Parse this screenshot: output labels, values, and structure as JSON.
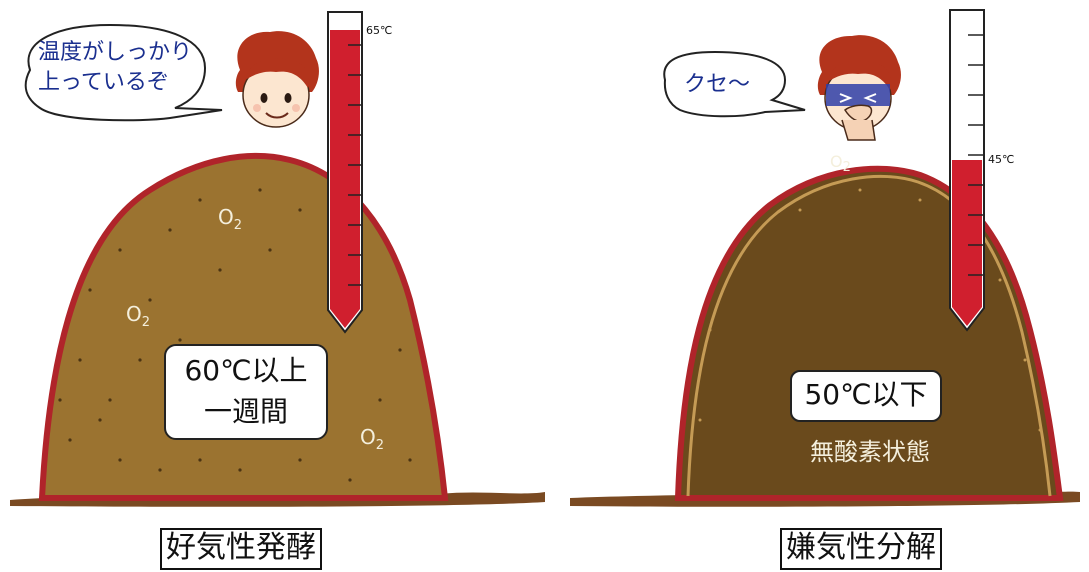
{
  "left_panel": {
    "caption": "好気性発酵",
    "speech": [
      "温度がしっかり",
      "上っているぞ"
    ],
    "thermometer_reading": "65℃",
    "info_box": [
      "60℃以上",
      "一週間"
    ],
    "oxygen_labels": [
      "O",
      "O",
      "O"
    ],
    "oxygen_subscript": "2",
    "fill_fraction": 0.95
  },
  "right_panel": {
    "caption": "嫌気性分解",
    "speech": [
      "クセ〜"
    ],
    "thermometer_reading": "45℃",
    "info_box": [
      "50℃以下"
    ],
    "state_label": "無酸素状態",
    "oxygen_labels": [
      "O"
    ],
    "oxygen_subscript": "2",
    "fill_fraction": 0.55
  },
  "colors": {
    "compost_light": "#9b7330",
    "compost_dark": "#6a4a1c",
    "mound_border": "#b0242a",
    "ground": "#7a4a22",
    "thermometer_fill": "#d01f2e",
    "speech_text": "#1a2f8f"
  },
  "icons": {
    "left_character": "happy-boy-icon",
    "right_character": "disgusted-boy-icon"
  }
}
